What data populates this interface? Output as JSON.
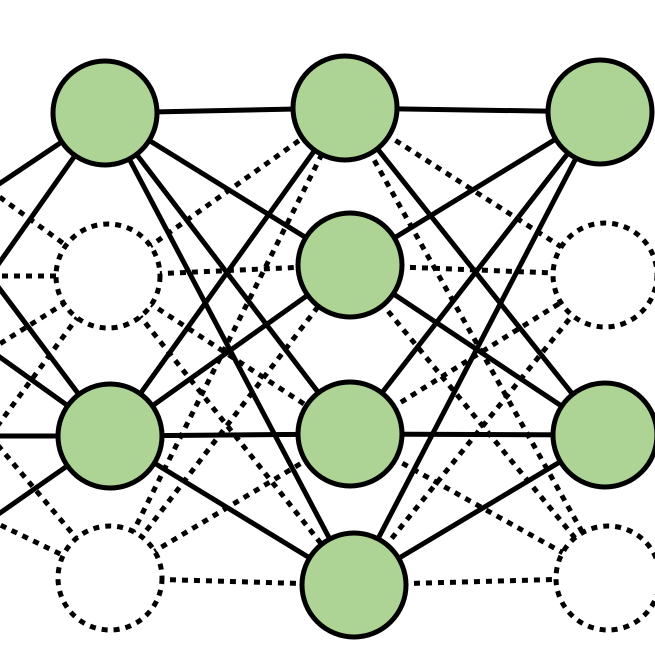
{
  "diagram": {
    "type": "neural-network-dropout",
    "colors": {
      "active_node_fill": "#aed495",
      "stroke": "#000000",
      "background": "#ffffff"
    },
    "layers": [
      {
        "name": "layer-1",
        "nodes": [
          {
            "id": "L1N1",
            "active": true
          },
          {
            "id": "L1N2",
            "active": false
          },
          {
            "id": "L1N3",
            "active": true
          },
          {
            "id": "L1N4",
            "active": false
          }
        ]
      },
      {
        "name": "layer-2",
        "nodes": [
          {
            "id": "L2N1",
            "active": true
          },
          {
            "id": "L2N2",
            "active": true
          },
          {
            "id": "L2N3",
            "active": true
          },
          {
            "id": "L2N4",
            "active": true
          }
        ]
      },
      {
        "name": "layer-3",
        "nodes": [
          {
            "id": "L3N1",
            "active": true
          },
          {
            "id": "L3N2",
            "active": false
          },
          {
            "id": "L3N3",
            "active": true
          },
          {
            "id": "L3N4",
            "active": false
          }
        ]
      }
    ],
    "connectivity": "fully-connected",
    "edge_style": {
      "active": "solid",
      "dropped": "dotted"
    }
  }
}
